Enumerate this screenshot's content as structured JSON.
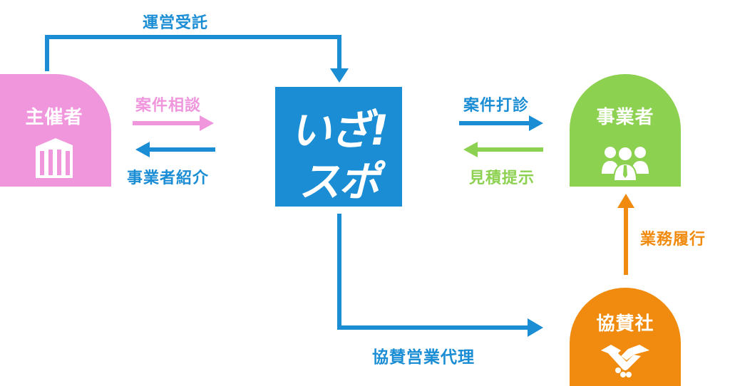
{
  "nodes": {
    "organizer": {
      "label": "主催者",
      "color": "#EF96DD"
    },
    "center": {
      "line1": "いざ!",
      "line2": "スポ",
      "color": "#1A8DD4"
    },
    "business": {
      "label": "事業者",
      "color": "#8DD151"
    },
    "sponsor": {
      "label": "協賛社",
      "color": "#F08B0F"
    }
  },
  "edges": {
    "operation": {
      "label": "運営受託",
      "color": "#1A8DD4"
    },
    "consult": {
      "label": "案件相談",
      "color": "#EF96DD"
    },
    "introduce": {
      "label": "事業者紹介",
      "color": "#1A8DD4"
    },
    "sound_out": {
      "label": "案件打診",
      "color": "#1A8DD4"
    },
    "estimate": {
      "label": "見積提示",
      "color": "#8DD151"
    },
    "execution": {
      "label": "業務履行",
      "color": "#F08B0F"
    },
    "sponsor_sales": {
      "label": "協賛営業代理",
      "color": "#1A8DD4"
    }
  }
}
